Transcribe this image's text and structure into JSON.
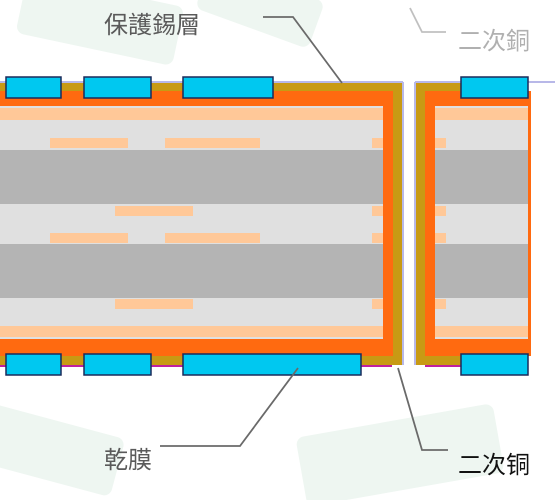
{
  "labels": {
    "solder_layer": "保護錫層",
    "secondary_copper_top": "二次銅",
    "dry_film": "乾膜",
    "secondary_copper_bottom": "二次铜"
  },
  "colors": {
    "background": "#ffffff",
    "watermark": "#eef6f1",
    "dry_film": "#00c8f0",
    "dry_film_outline": "#1a2a5a",
    "tin_layer": "#c89a14",
    "secondary_copper": "#ff6a10",
    "inner_copper": "#ffc898",
    "laminate": "#e0e0e0",
    "core": "#b4b4b4",
    "magenta_edge": "#c020a0",
    "leader_line": "#6a6a6a"
  }
}
